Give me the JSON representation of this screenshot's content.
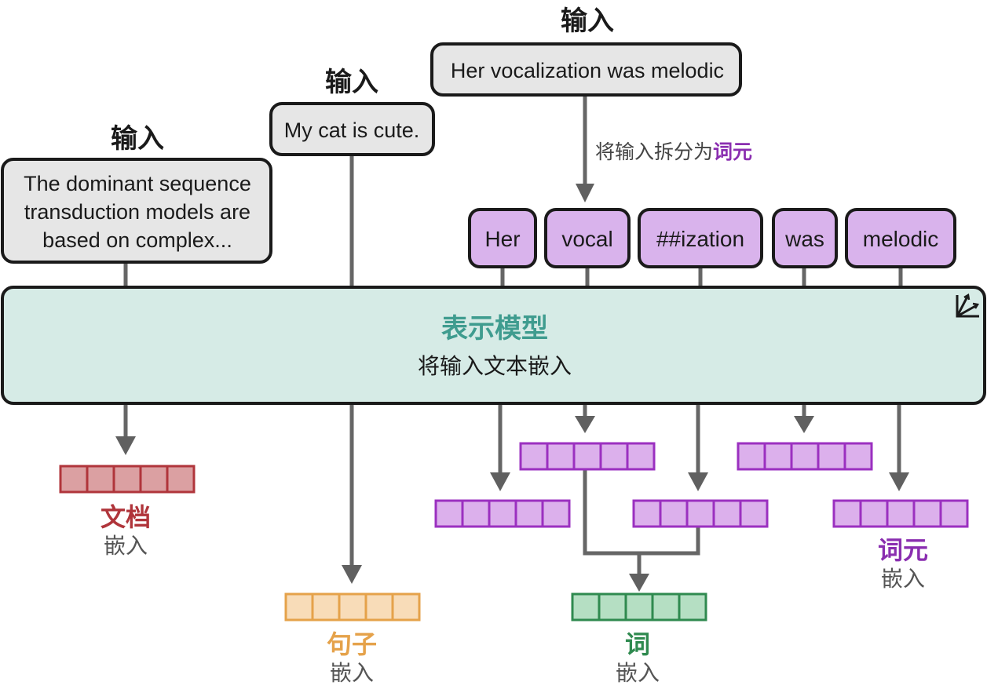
{
  "inputs": [
    {
      "label": "输入",
      "text_lines": [
        "The dominant sequence",
        "transduction models are",
        "based on complex..."
      ]
    },
    {
      "label": "输入",
      "text_lines": [
        "My cat is cute."
      ]
    },
    {
      "label": "输入",
      "text_lines": [
        "Her vocalization was melodic"
      ]
    }
  ],
  "tokenize_step": {
    "prefix": "将输入拆分为",
    "highlight": "词元"
  },
  "tokens": [
    "Her",
    "vocal",
    "##ization",
    "was",
    "melodic"
  ],
  "model": {
    "title": "表示模型",
    "subtitle": "将输入文本嵌入",
    "icon": "vector-axes-icon"
  },
  "embeddings": {
    "document": {
      "title": "文档",
      "subtitle": "嵌入",
      "cells": 5
    },
    "sentence": {
      "title": "句子",
      "subtitle": "嵌入",
      "cells": 5
    },
    "word": {
      "title": "词",
      "subtitle": "嵌入",
      "cells": 5
    },
    "token": {
      "title": "词元",
      "subtitle": "嵌入",
      "cells": 5
    }
  },
  "colors": {
    "input_fill": "#e6e6e6",
    "token_fill": "#d9b3ec",
    "token_stroke": "#1a1a1a",
    "model_fill": "#d6ebe6",
    "model_title": "#3f9c8f",
    "document_fill": "#dba0a2",
    "document_stroke": "#b0353b",
    "sentence_fill": "#f8dcb8",
    "sentence_stroke": "#e5a24a",
    "word_fill": "#b5dfc3",
    "word_stroke": "#2f8a4f",
    "token_vec_fill": "#dcb0ec",
    "token_vec_stroke": "#9b30c0",
    "token_label": "#8a2eb0",
    "arrow": "#666666"
  }
}
